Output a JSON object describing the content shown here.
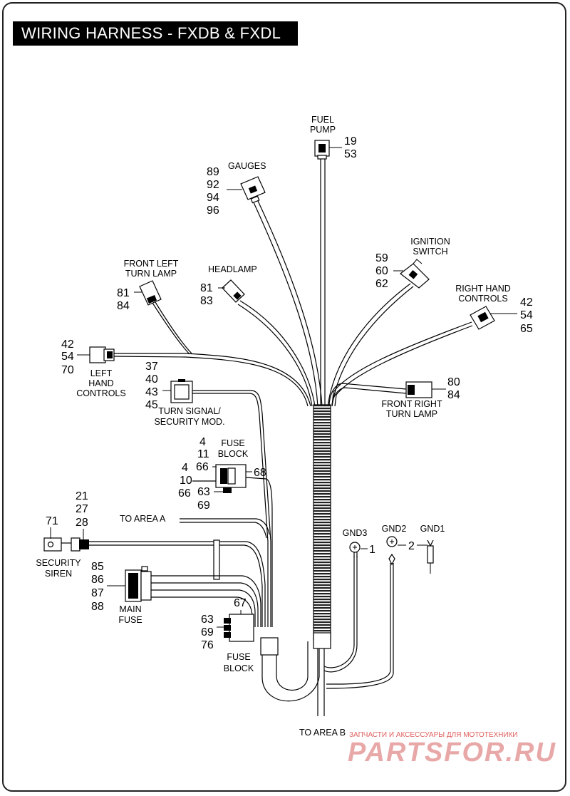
{
  "title": "WIRING HARNESS - FXDB & FXDL",
  "fuel_pump": {
    "label_line1": "FUEL",
    "label_line2": "PUMP",
    "refs": [
      "19",
      "53"
    ]
  },
  "gauges": {
    "label": "GAUGES",
    "refs": [
      "89",
      "92",
      "94",
      "96"
    ]
  },
  "ignition_switch": {
    "label_line1": "IGNITION",
    "label_line2": "SWITCH",
    "refs": [
      "59",
      "60",
      "62"
    ]
  },
  "headlamp": {
    "label": "HEADLAMP",
    "refs": [
      "81",
      "83"
    ]
  },
  "front_left_turn_lamp": {
    "label_line1": "FRONT LEFT",
    "label_line2": "TURN LAMP",
    "refs": [
      "81",
      "84"
    ]
  },
  "right_hand_controls": {
    "label_line1": "RIGHT HAND",
    "label_line2": "CONTROLS",
    "refs": [
      "42",
      "54",
      "65"
    ]
  },
  "left_hand_controls": {
    "label_line1": "LEFT",
    "label_line2": "HAND",
    "label_line3": "CONTROLS",
    "refs": [
      "42",
      "54",
      "70"
    ]
  },
  "front_right_turn_lamp": {
    "label_line1": "FRONT RIGHT",
    "label_line2": "TURN LAMP",
    "refs": [
      "80",
      "84"
    ]
  },
  "turn_signal_module": {
    "label_line1": "TURN SIGNAL/",
    "label_line2": "SECURITY MOD.",
    "refs": [
      "37",
      "40",
      "43",
      "45"
    ]
  },
  "fuse_block_upper": {
    "label_line1": "FUSE",
    "label_line2": "BLOCK",
    "refs_top": [
      "4",
      "11",
      "66"
    ],
    "refs_left": [
      "4",
      "10",
      "66"
    ],
    "ref_right": "68",
    "refs_bottom": [
      "63",
      "69"
    ]
  },
  "to_area_a": "TO AREA A",
  "security_siren": {
    "label_line1": "SECURITY",
    "label_line2": "SIREN",
    "ref_siren": "71",
    "refs": [
      "21",
      "27",
      "28"
    ]
  },
  "main_fuse": {
    "label_line1": "MAIN",
    "label_line2": "FUSE",
    "refs": [
      "85",
      "86",
      "87",
      "88"
    ]
  },
  "fuse_block_lower": {
    "label_line1": "FUSE",
    "label_line2": "BLOCK",
    "ref_top": "67",
    "refs_left": [
      "63",
      "69",
      "76"
    ]
  },
  "grounds": {
    "gnd3": "GND3",
    "gnd2": "GND2",
    "gnd1": "GND1",
    "ref1": "1",
    "ref2": "2"
  },
  "to_area_b": "TO AREA B",
  "watermark": {
    "tagline": "ЗАПЧАСТИ И АКСЕССУАРЫ ДЛЯ МОТОТЕХНИКИ",
    "brand": "PARTSFOR.RU"
  }
}
